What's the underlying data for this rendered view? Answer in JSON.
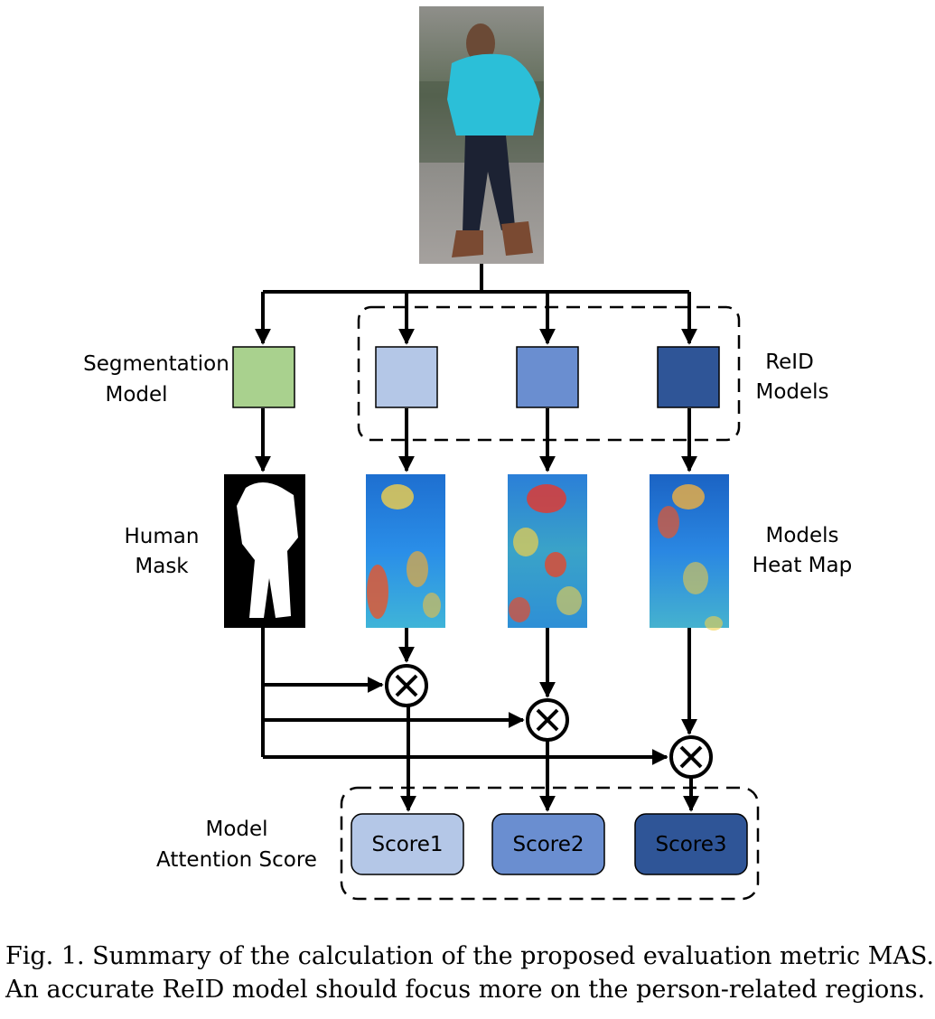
{
  "labels": {
    "segmentation": [
      "Segmentation",
      "Model"
    ],
    "reid": [
      "ReID",
      "Models"
    ],
    "human_mask": [
      "Human",
      "Mask"
    ],
    "heat_map": [
      "Models",
      "Heat Map"
    ],
    "attention_score": [
      "Model",
      "Attention Score"
    ]
  },
  "scores": [
    "Score1",
    "Score2",
    "Score3"
  ],
  "caption": {
    "line1": "Fig. 1.  Summary of the calculation of the proposed evaluation metric MAS.",
    "line2": "An accurate ReID model should focus more on the person-related regions."
  },
  "colors": {
    "segmentation_model": "#a9d18e",
    "reid_model_1": "#b4c7e7",
    "reid_model_2": "#6a8ed0",
    "reid_model_3": "#2f5597",
    "score_1": "#b4c7e7",
    "score_2": "#6a8ed0",
    "score_3": "#2f5597"
  }
}
